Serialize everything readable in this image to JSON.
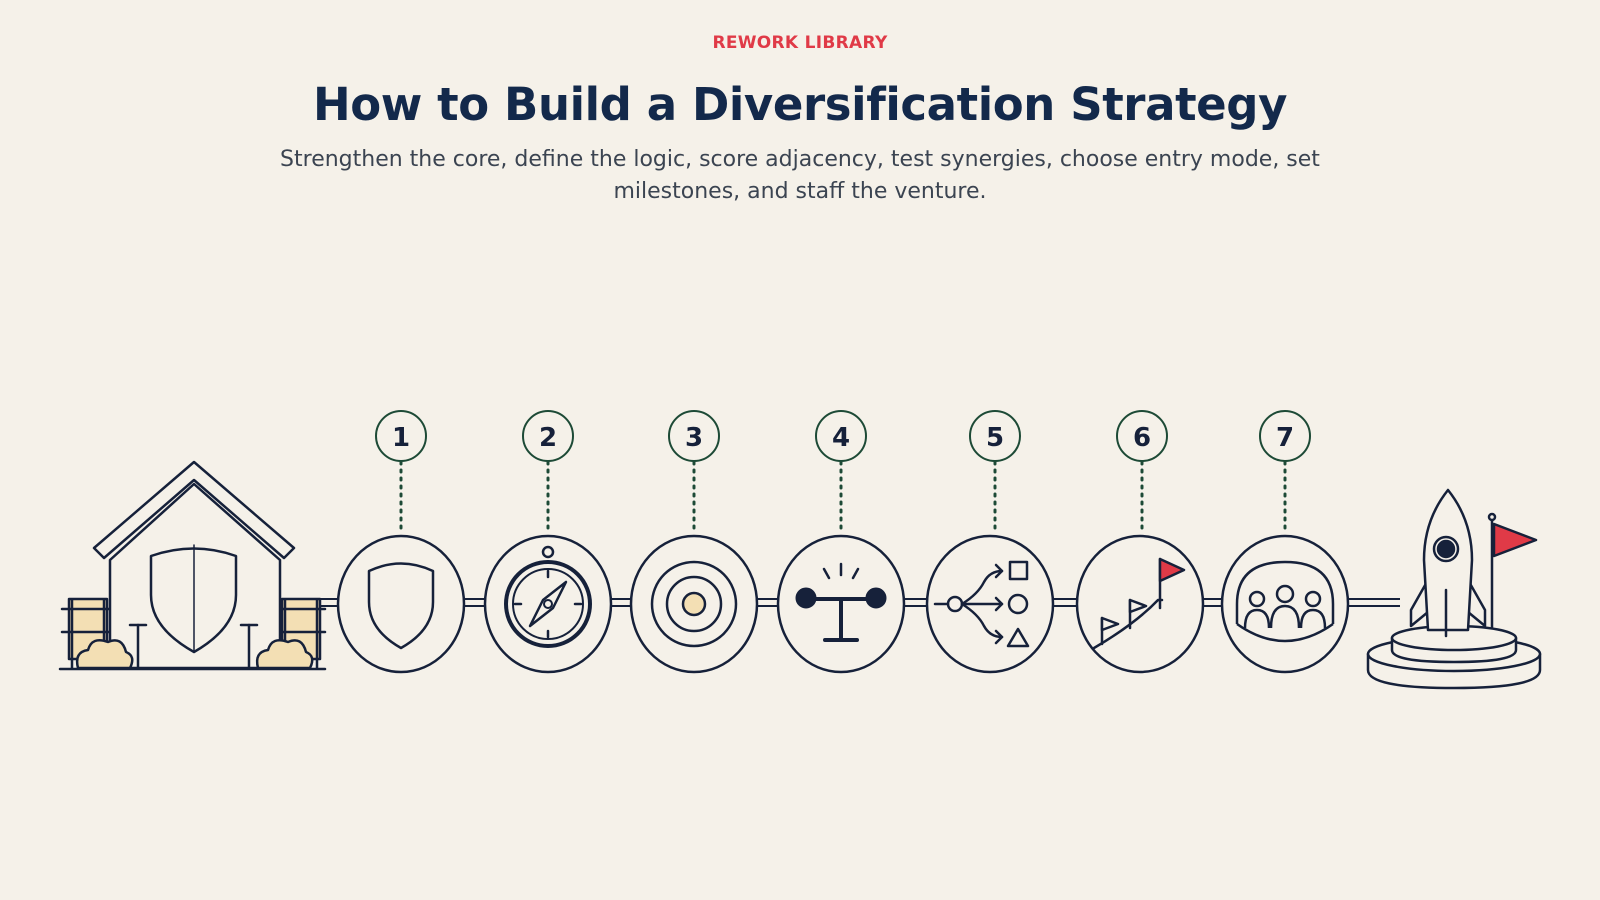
{
  "header": {
    "eyebrow": "REWORK LIBRARY",
    "title": "How to Build a Diversification Strategy",
    "subtitle": "Strengthen the core, define the logic, score adjacency, test synergies, choose entry mode, set milestones, and staff the venture."
  },
  "steps": [
    {
      "number": "1",
      "icon": "shield-icon"
    },
    {
      "number": "2",
      "icon": "compass-icon"
    },
    {
      "number": "3",
      "icon": "target-icon"
    },
    {
      "number": "4",
      "icon": "balance-scale-icon"
    },
    {
      "number": "5",
      "icon": "branching-arrows-icon"
    },
    {
      "number": "6",
      "icon": "milestone-flags-icon"
    },
    {
      "number": "7",
      "icon": "team-icon"
    }
  ],
  "colors": {
    "background": "#f5f1e9",
    "accent": "#e03a47",
    "title": "#13294b",
    "stroke": "#16213a",
    "sand": "#f3dfb4"
  }
}
